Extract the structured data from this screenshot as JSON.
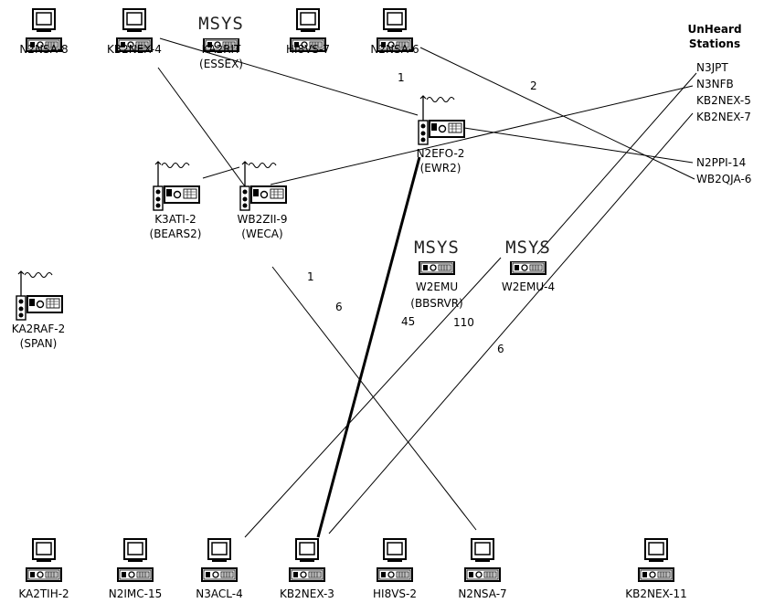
{
  "nodes": {
    "n2nsa_8": {
      "type": "computer",
      "label": "N2NSA-8"
    },
    "kb2nex_4": {
      "type": "computer",
      "label": "KB2NEX-4"
    },
    "ka2rit": {
      "type": "msys",
      "label": "KA2RIT",
      "sublabel": "(ESSEX)",
      "badge": "MSYS"
    },
    "hi8vs_7": {
      "type": "computer",
      "label": "HI8VS-7"
    },
    "n2nsa_6": {
      "type": "computer",
      "label": "N2NSA-6"
    },
    "n2efo_2": {
      "type": "radio",
      "label": "N2EFO-2",
      "sublabel": "(EWR2)"
    },
    "k3ati_2": {
      "type": "radio",
      "label": "K3ATI-2",
      "sublabel": "(BEARS2)"
    },
    "wb2zii_9": {
      "type": "radio",
      "label": "WB2ZII-9",
      "sublabel": "(WECA)"
    },
    "w2emu": {
      "type": "msys",
      "label": "W2EMU",
      "sublabel": "(BBSRVR)",
      "badge": "MSYS"
    },
    "w2emu_4": {
      "type": "msys",
      "label": "W2EMU-4",
      "badge": "MSYS"
    },
    "ka2raf_2": {
      "type": "radio",
      "label": "KA2RAF-2",
      "sublabel": "(SPAN)"
    },
    "ka2tih_2": {
      "type": "computer",
      "label": "KA2TIH-2"
    },
    "n2imc_15": {
      "type": "computer",
      "label": "N2IMC-15"
    },
    "n3acl_4": {
      "type": "computer",
      "label": "N3ACL-4"
    },
    "kb2nex_3": {
      "type": "computer",
      "label": "KB2NEX-3"
    },
    "hi8vs_2": {
      "type": "computer",
      "label": "HI8VS-2"
    },
    "n2nsa_7": {
      "type": "computer",
      "label": "N2NSA-7"
    },
    "kb2nex_11": {
      "type": "computer",
      "label": "KB2NEX-11"
    }
  },
  "link_labels": {
    "l1": "1",
    "l2": "2",
    "l3": "1",
    "l4": "6",
    "l5": "45",
    "l6": "110",
    "l7": "6"
  },
  "unheard": {
    "title": "UnHeard Stations",
    "items": [
      "N3JPT",
      "N3NFB",
      "KB2NEX-5",
      "KB2NEX-7",
      "N2PPI-14",
      "WB2QJA-6"
    ]
  }
}
